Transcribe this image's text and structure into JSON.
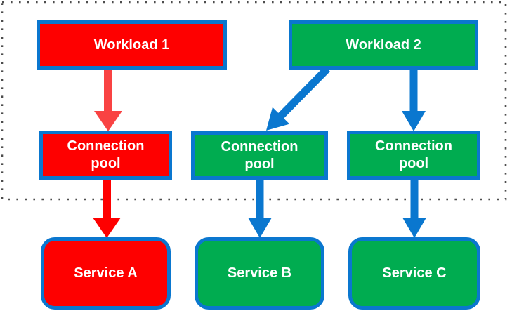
{
  "diagram": {
    "boundary": {
      "description": "dotted rectangle enclosing workloads and connection pools",
      "dot_color": "#4d4d4d"
    },
    "colors": {
      "node_red": "#fe0000",
      "node_green": "#00ac50",
      "node_border_blue": "#0a77cf",
      "arrow_blue": "#0a77cf",
      "arrow_red": "#fe0000",
      "arrow_red_light": "#f94343",
      "label_text": "#ffffff"
    },
    "nodes": [
      {
        "id": "workload1",
        "label": "Workload 1",
        "fill": "#fe0000",
        "shape": "rect"
      },
      {
        "id": "workload2",
        "label": "Workload 2",
        "fill": "#00ac50",
        "shape": "rect"
      },
      {
        "id": "pool1",
        "label": "Connection pool",
        "fill": "#fe0000",
        "shape": "rect"
      },
      {
        "id": "pool2",
        "label": "Connection pool",
        "fill": "#00ac50",
        "shape": "rect"
      },
      {
        "id": "pool3",
        "label": "Connection pool",
        "fill": "#00ac50",
        "shape": "rect"
      },
      {
        "id": "serviceA",
        "label": "Service A",
        "fill": "#fe0000",
        "shape": "rounded-rect"
      },
      {
        "id": "serviceB",
        "label": "Service B",
        "fill": "#00ac50",
        "shape": "rounded-rect"
      },
      {
        "id": "serviceC",
        "label": "Service C",
        "fill": "#00ac50",
        "shape": "rounded-rect"
      }
    ],
    "edges": [
      {
        "from": "workload1",
        "to": "pool1",
        "color": "#f94343"
      },
      {
        "from": "workload2",
        "to": "pool2",
        "color": "#0a77cf"
      },
      {
        "from": "workload2",
        "to": "pool3",
        "color": "#0a77cf"
      },
      {
        "from": "pool1",
        "to": "serviceA",
        "color": "#fe0000"
      },
      {
        "from": "pool2",
        "to": "serviceB",
        "color": "#0a77cf"
      },
      {
        "from": "pool3",
        "to": "serviceC",
        "color": "#0a77cf"
      }
    ]
  }
}
